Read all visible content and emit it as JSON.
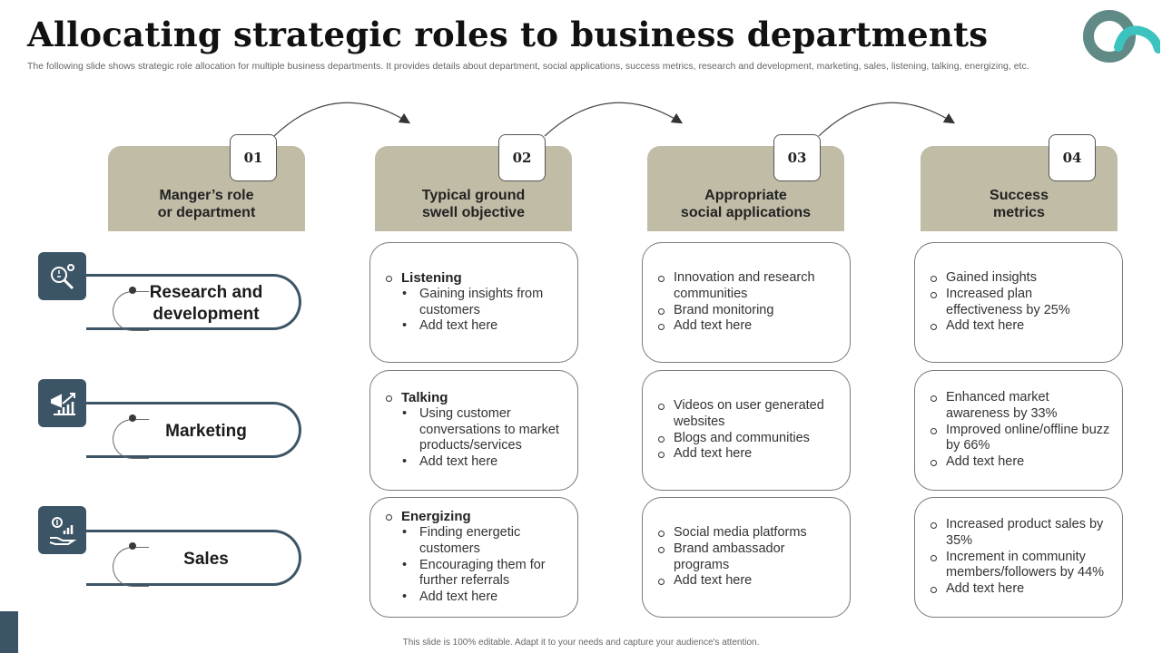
{
  "title": "Allocating strategic roles to business departments",
  "subtitle": "The following slide shows strategic role allocation for multiple business departments. It provides details about department, social applications, success metrics, research and development, marketing, sales, listening, talking, energizing, etc.",
  "colors": {
    "accent": "#3c5566",
    "header_fill": "#c1bca6",
    "logo_gray": "#5f8a86",
    "logo_teal": "#3cc3c0"
  },
  "headers": [
    {
      "num": "01",
      "label": "Manger’s role\nor department"
    },
    {
      "num": "02",
      "label": "Typical ground\nswell objective"
    },
    {
      "num": "03",
      "label": "Appropriate\nsocial applications"
    },
    {
      "num": "04",
      "label": "Success\nmetrics"
    }
  ],
  "rows": [
    {
      "label": "Research and\ndevelopment",
      "icon": "research-gear-icon",
      "objective": {
        "head": "Listening",
        "items": [
          "Gaining insights from customers",
          "Add text here"
        ]
      },
      "applications": [
        "Innovation  and research communities",
        "Brand monitoring",
        "Add text here"
      ],
      "metrics": [
        "Gained insights",
        "Increased plan effectiveness by 25%",
        "Add text here"
      ]
    },
    {
      "label": "Marketing",
      "icon": "megaphone-chart-icon",
      "objective": {
        "head": "Talking",
        "items": [
          "Using customer conversations to market products/services",
          "Add text here"
        ]
      },
      "applications": [
        "Videos on user generated websites",
        "Blogs and communities",
        "Add text here"
      ],
      "metrics": [
        "Enhanced market awareness by 33%",
        "Improved online/offline buzz by 66%",
        "Add text here"
      ]
    },
    {
      "label": "Sales",
      "icon": "hand-growth-chart-icon",
      "objective": {
        "head": "Energizing",
        "items": [
          "Finding energetic customers",
          "Encouraging them for further referrals",
          "Add text here"
        ]
      },
      "applications": [
        "Social media platforms",
        "Brand ambassador programs",
        "Add text here"
      ],
      "metrics": [
        "Increased product sales by 35%",
        "Increment in community members/followers by 44%",
        "Add text here"
      ]
    }
  ],
  "footer": "This slide is 100% editable.  Adapt it to your needs and capture your audience's attention."
}
